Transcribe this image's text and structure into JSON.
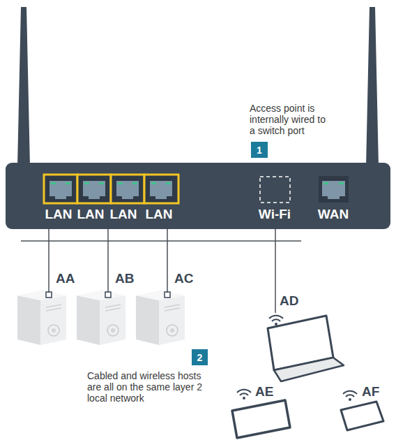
{
  "diagram": {
    "nodes": [
      {
        "text": [
          "LAN",
          "LAN",
          "LAN",
          "LAN",
          "Wi-Fi",
          "WAN"
        ]
      },
      {
        "text": [
          "AA"
        ]
      },
      {
        "text": [
          "AB"
        ]
      },
      {
        "text": [
          "AC"
        ]
      },
      {
        "text": [
          "AD"
        ]
      },
      {
        "text": [
          "AE"
        ]
      },
      {
        "text": [
          "AF"
        ]
      }
    ],
    "edges": [
      {
        "from": 0,
        "to": 1,
        "arrow": "none"
      },
      {
        "from": 0,
        "to": 2,
        "arrow": "none"
      },
      {
        "from": 0,
        "to": 3,
        "arrow": "none"
      },
      {
        "from": 0,
        "to": 4,
        "arrow": "none"
      }
    ],
    "labels": [
      "Access point is internally wired to a switch port",
      "1",
      "2",
      "Cabled and wireless hosts are all on the same layer 2 local network"
    ]
  }
}
